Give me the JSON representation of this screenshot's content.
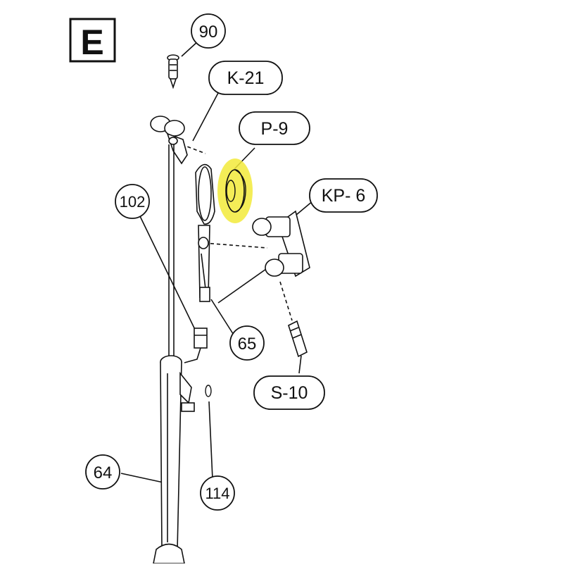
{
  "section_label": "E",
  "callouts": {
    "c90": "90",
    "k21": "K-21",
    "p9": "P-9",
    "kp6": "KP- 6",
    "c102": "102",
    "c65": "65",
    "s10": "S-10",
    "c64": "64",
    "c114": "114"
  },
  "highlight_color": "#f2ea3a"
}
